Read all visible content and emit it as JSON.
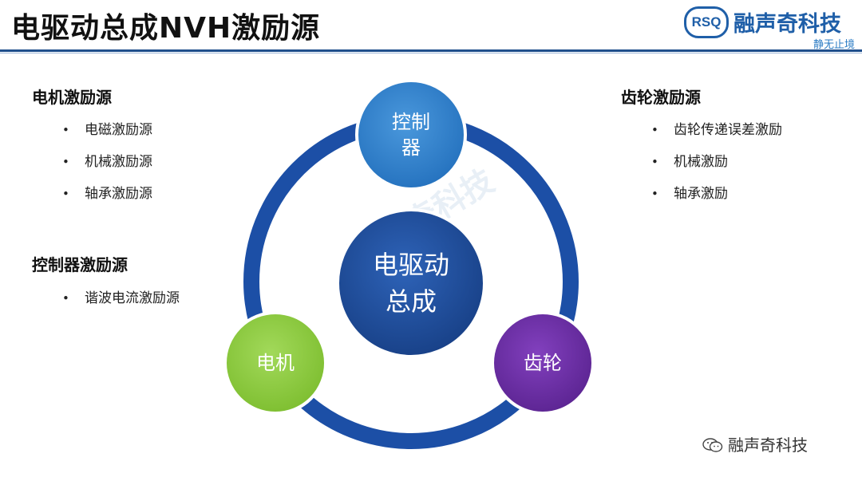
{
  "header": {
    "title": "电驱动总成NVH激励源",
    "logo_badge": "RSQ",
    "logo_name": "融声奇科技",
    "logo_slogan": "静无止境"
  },
  "left_sections": [
    {
      "title": "电机激励源",
      "items": [
        "电磁激励源",
        "机械激励源",
        "轴承激励源"
      ]
    },
    {
      "title": "控制器激励源",
      "items": [
        "谐波电流激励源"
      ]
    }
  ],
  "right_sections": [
    {
      "title": "齿轮激励源",
      "items": [
        "齿轮传递误差激励",
        "机械激励",
        "轴承激励"
      ]
    }
  ],
  "diagram": {
    "center": {
      "line1": "电驱动",
      "line2": "总成",
      "color": "#1f4e99"
    },
    "controller": {
      "line1": "控制",
      "line2": "器",
      "color": "#2f7ec8"
    },
    "motor": {
      "label": "电机",
      "color": "#8ccb3c"
    },
    "gear": {
      "label": "齿轮",
      "color": "#6a2aa0"
    },
    "ring_color": "#1c4fa6"
  },
  "watermark": {
    "text": "融声奇科技"
  }
}
